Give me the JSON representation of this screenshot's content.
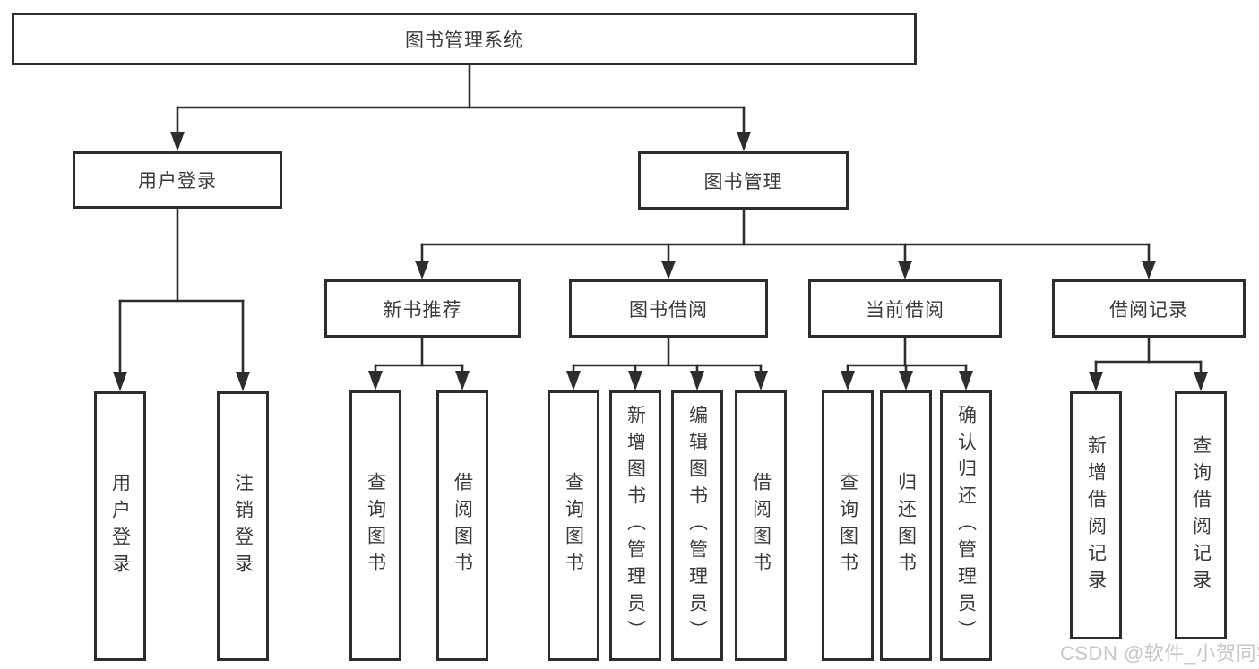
{
  "diagram_title": "图书管理系统",
  "tree": {
    "root": {
      "label": "图书管理系统"
    },
    "branches": [
      {
        "label": "用户登录",
        "children": [
          {
            "label": "用户登录"
          },
          {
            "label": "注销登录"
          }
        ]
      },
      {
        "label": "图书管理",
        "children": [
          {
            "label": "新书推荐",
            "children": [
              {
                "label": "查询图书"
              },
              {
                "label": "借阅图书"
              }
            ]
          },
          {
            "label": "图书借阅",
            "children": [
              {
                "label": "查询图书"
              },
              {
                "label": "新增图书（管理员）"
              },
              {
                "label": "编辑图书（管理员）"
              },
              {
                "label": "借阅图书"
              }
            ]
          },
          {
            "label": "当前借阅",
            "children": [
              {
                "label": "查询图书"
              },
              {
                "label": "归还图书"
              },
              {
                "label": "确认归还（管理员）"
              }
            ]
          },
          {
            "label": "借阅记录",
            "children": [
              {
                "label": "新增借阅记录"
              },
              {
                "label": "查询借阅记录"
              }
            ]
          }
        ]
      }
    ]
  },
  "watermark": {
    "text": "CSDN @软件_小贺同学"
  },
  "colors": {
    "line": "#2d2d2d",
    "box-border": "#2d2d2d",
    "text": "#3a3a3a",
    "background": "#ffffff",
    "watermark": "#c7c7c7"
  }
}
